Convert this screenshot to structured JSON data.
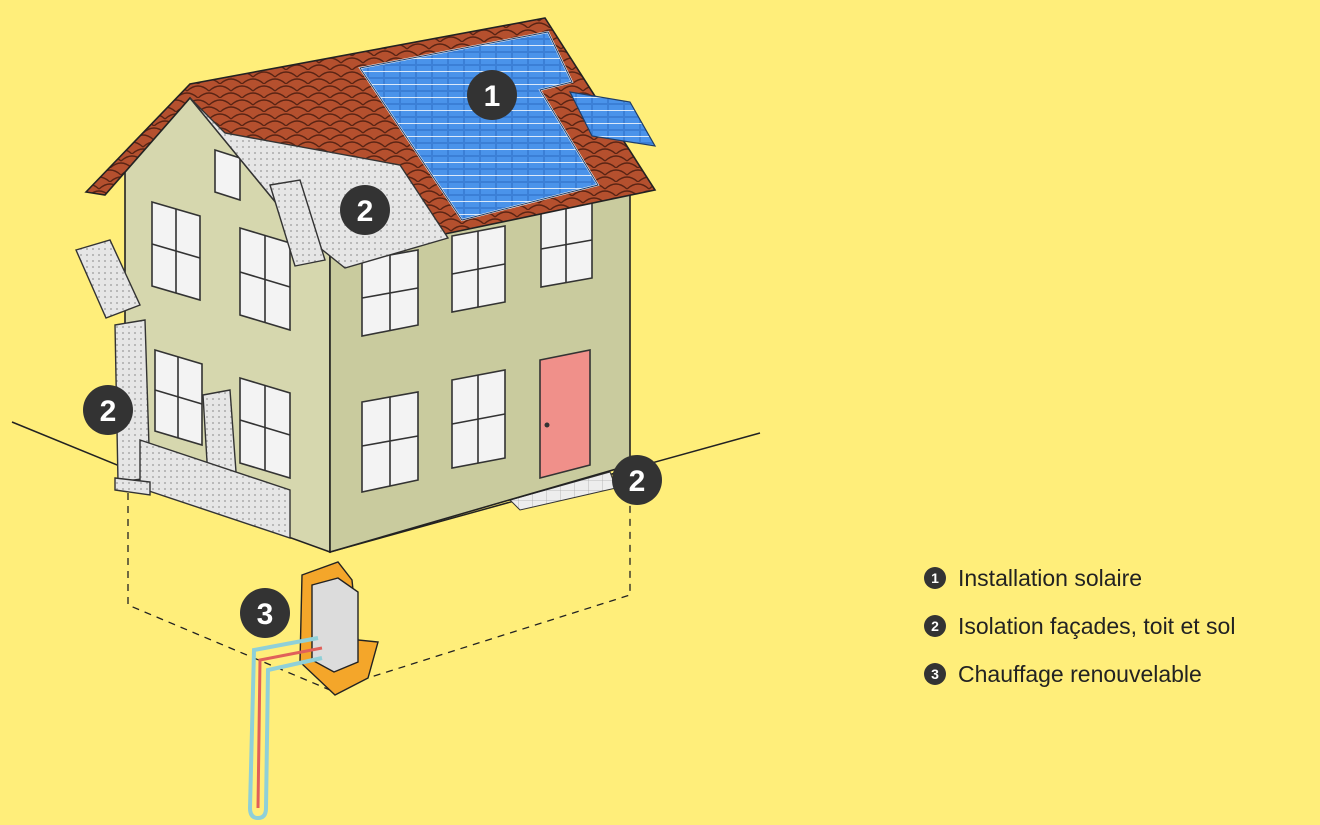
{
  "markers": {
    "solar": "1",
    "insulation_roof": "2",
    "insulation_wall": "2",
    "insulation_floor": "2",
    "heating": "3"
  },
  "legend": {
    "items": [
      {
        "number": "1",
        "label": "Installation solaire"
      },
      {
        "number": "2",
        "label": "Isolation façades, toit et sol"
      },
      {
        "number": "3",
        "label": "Chauffage renouvelable"
      }
    ]
  },
  "colors": {
    "background": "#FFEE7A",
    "wall_front": "#C9CB9E",
    "wall_side": "#D6D7AE",
    "roof_tiles": "#B5502E",
    "solar_panel": "#3B7FD6",
    "insulation": "#E8E8E8",
    "door": "#F0908A",
    "marker": "#333333",
    "heat_pit": "#F4A62A",
    "pipe_cold": "#8FD0D8",
    "pipe_hot": "#E0605A"
  }
}
